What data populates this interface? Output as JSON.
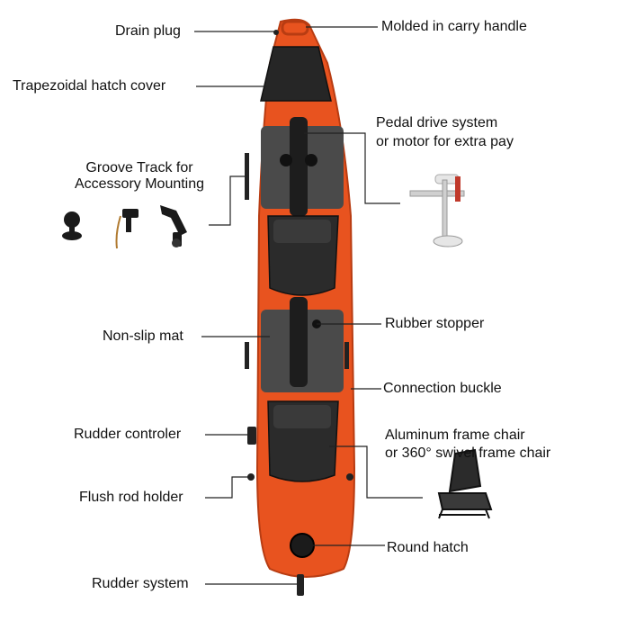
{
  "labels": {
    "drain_plug": "Drain plug",
    "carry_handle": "Molded in carry handle",
    "hatch_cover": "Trapezoidal hatch cover",
    "pedal_drive_line1": "Pedal drive system",
    "pedal_drive_line2": "or motor for extra pay",
    "groove_track_line1": "Groove Track for",
    "groove_track_line2": "Accessory Mounting",
    "non_slip_mat": "Non-slip mat",
    "rubber_stopper": "Rubber stopper",
    "connection_buckle": "Connection buckle",
    "rudder_controller": "Rudder controler",
    "chair_line1": "Aluminum frame chair",
    "chair_line2": "or 360° swivel frame chair",
    "flush_rod_holder": "Flush rod holder",
    "round_hatch": "Round hatch",
    "rudder_system": "Rudder system"
  },
  "colors": {
    "hull": "#e8531f",
    "hull_dark": "#b83c12",
    "deck_mat": "#4a4a4a",
    "seat": "#2b2b2b",
    "leader_line": "#222222",
    "text": "#111111",
    "background": "#ffffff"
  },
  "icons": [
    "ball-mount-icon",
    "rod-holder-mount-icon",
    "rod-holder-icon",
    "trolling-motor-icon",
    "frame-chair-icon"
  ]
}
